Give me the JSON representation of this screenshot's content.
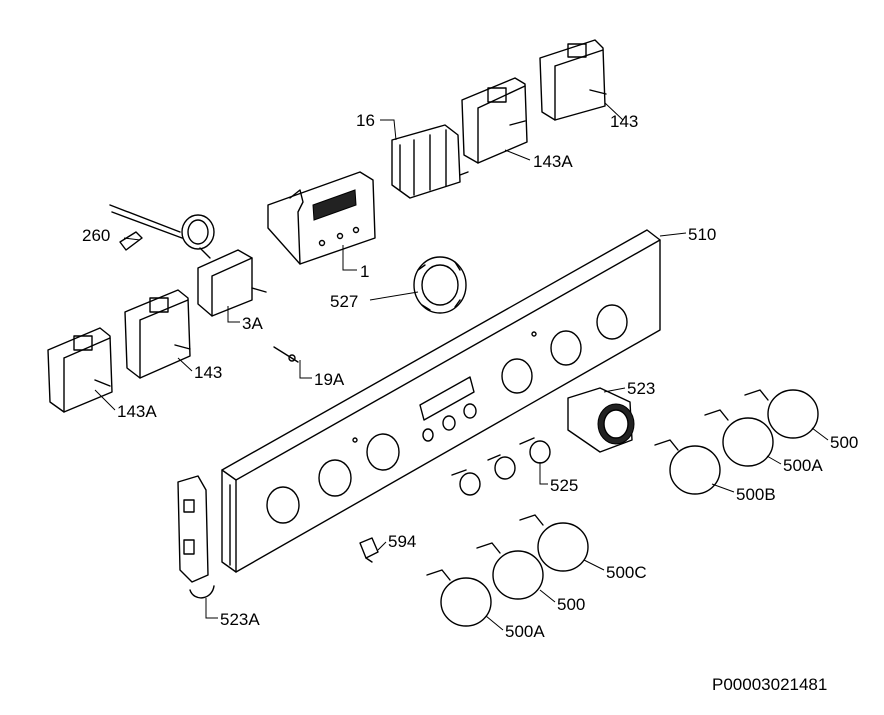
{
  "diagram": {
    "labels": {
      "l510": "510",
      "l16": "16",
      "l143_top": "143",
      "l143A_top": "143A",
      "l260": "260",
      "l1": "1",
      "l527": "527",
      "l3A": "3A",
      "l143_left": "143",
      "l19A": "19A",
      "l143A_left": "143A",
      "l523": "523",
      "l500_right": "500",
      "l500A_right": "500A",
      "l500B": "500B",
      "l525": "525",
      "l594": "594",
      "l500C": "500C",
      "l500_bottom": "500",
      "l500A_bottom": "500A",
      "l523A": "523A"
    },
    "footer_code": "P00003021481"
  }
}
